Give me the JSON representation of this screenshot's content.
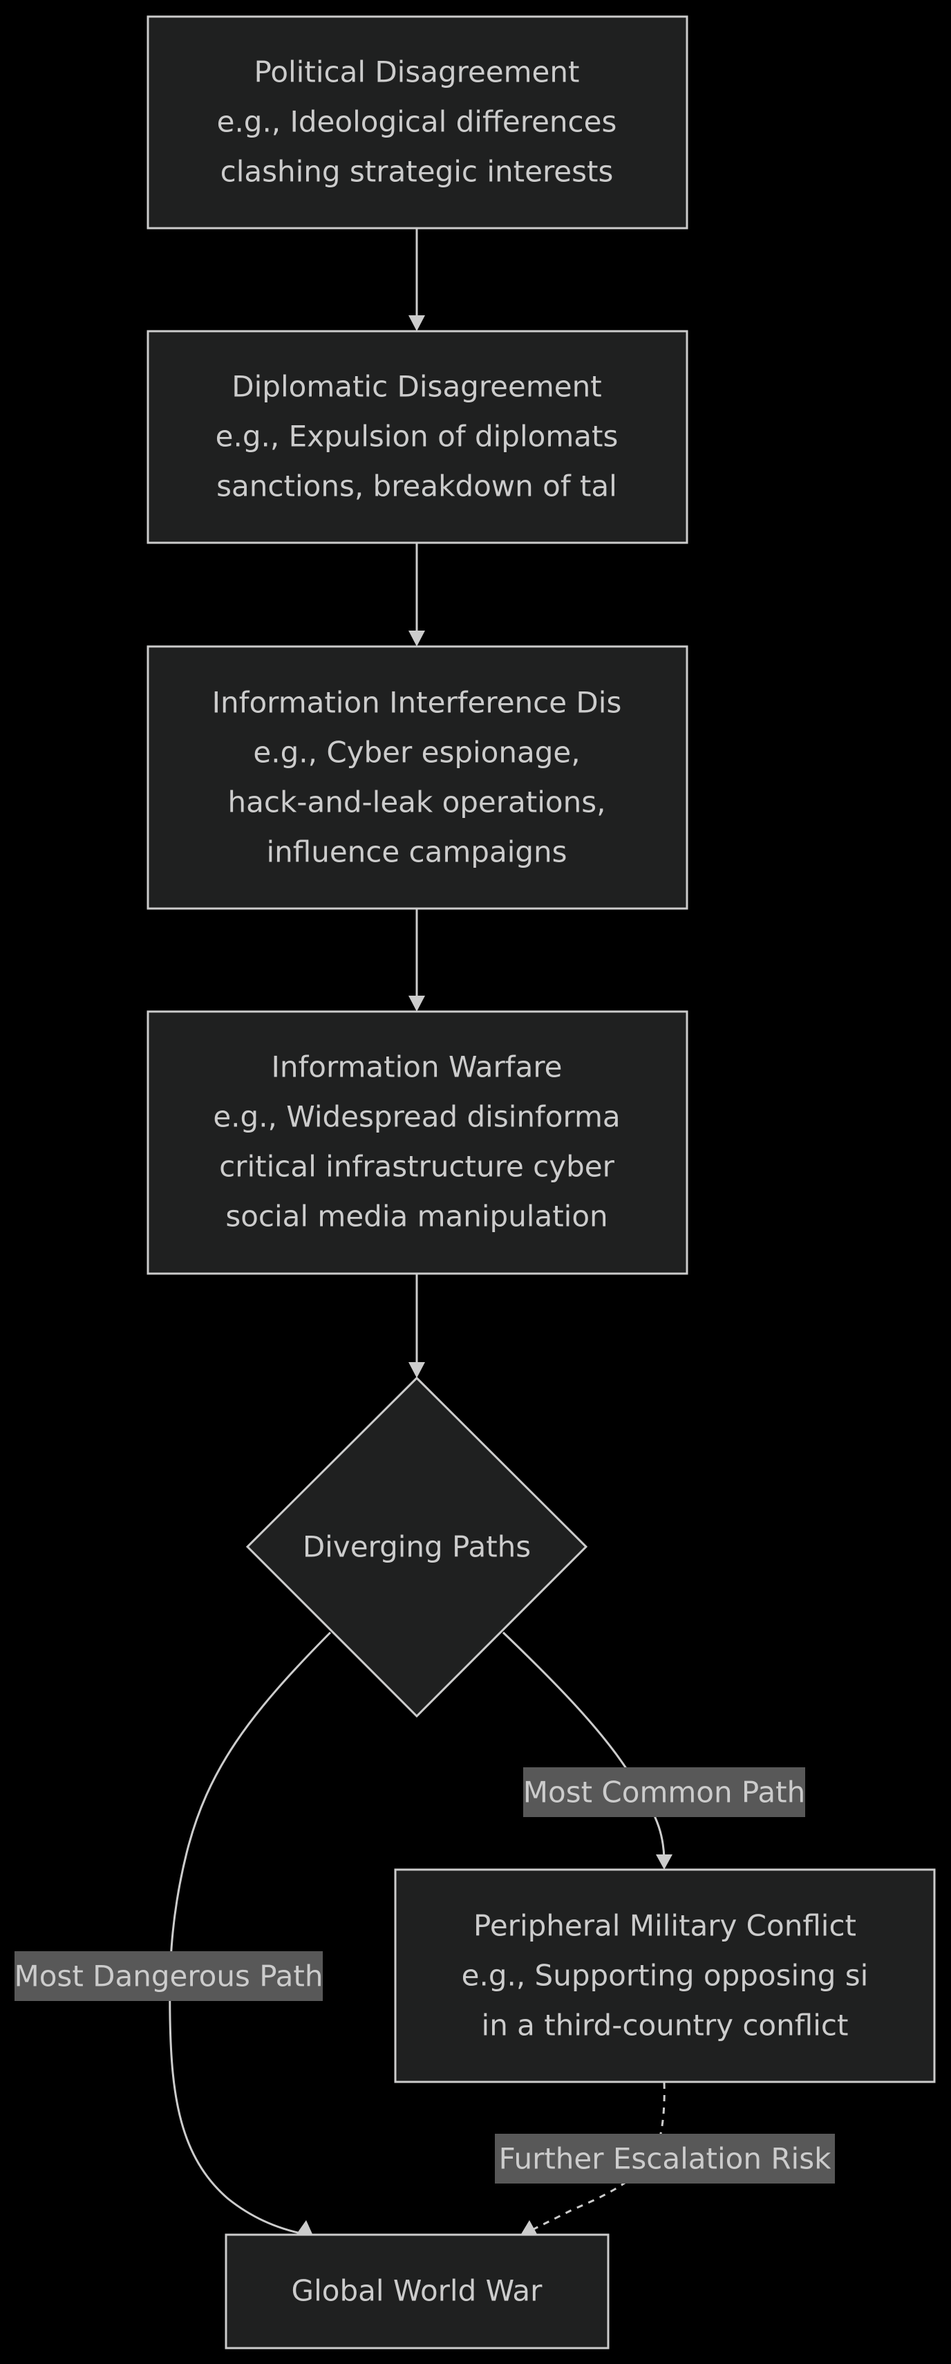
{
  "diagram": {
    "type": "flowchart",
    "direction": "top-down",
    "colors": {
      "background": "#000000",
      "node_fill": "#1f2020",
      "node_stroke": "#cccccc",
      "text": "#cccccc",
      "edge_label_bg": "#585858"
    },
    "nodes": [
      {
        "id": "political",
        "shape": "rect",
        "lines": [
          "Political Disagreement",
          "e.g., Ideological differences",
          "clashing strategic interests"
        ]
      },
      {
        "id": "diplomatic",
        "shape": "rect",
        "lines": [
          "Diplomatic Disagreement",
          "e.g., Expulsion of diplomats",
          "sanctions, breakdown of tal"
        ]
      },
      {
        "id": "info_interference",
        "shape": "rect",
        "lines": [
          "Information Interference Dis",
          "e.g., Cyber espionage,",
          "hack-and-leak operations,",
          "influence campaigns"
        ]
      },
      {
        "id": "info_warfare",
        "shape": "rect",
        "lines": [
          "Information Warfare",
          "e.g., Widespread disinforma",
          "critical infrastructure cyber",
          "social media manipulation"
        ]
      },
      {
        "id": "diverging",
        "shape": "diamond",
        "lines": [
          "Diverging Paths"
        ]
      },
      {
        "id": "peripheral",
        "shape": "rect",
        "lines": [
          "Peripheral Military Conflict",
          "e.g., Supporting opposing si",
          "in a third-country conflict"
        ]
      },
      {
        "id": "world_war",
        "shape": "rect",
        "lines": [
          "Global World War"
        ]
      }
    ],
    "edges": [
      {
        "from": "political",
        "to": "diplomatic",
        "label": "",
        "style": "solid"
      },
      {
        "from": "diplomatic",
        "to": "info_interference",
        "label": "",
        "style": "solid"
      },
      {
        "from": "info_interference",
        "to": "info_warfare",
        "label": "",
        "style": "solid"
      },
      {
        "from": "info_warfare",
        "to": "diverging",
        "label": "",
        "style": "solid"
      },
      {
        "from": "diverging",
        "to": "peripheral",
        "label": "Most Common Path",
        "style": "solid"
      },
      {
        "from": "diverging",
        "to": "world_war",
        "label": "Most Dangerous Path",
        "style": "solid"
      },
      {
        "from": "peripheral",
        "to": "world_war",
        "label": "Further Escalation Risk",
        "style": "dotted"
      }
    ]
  }
}
